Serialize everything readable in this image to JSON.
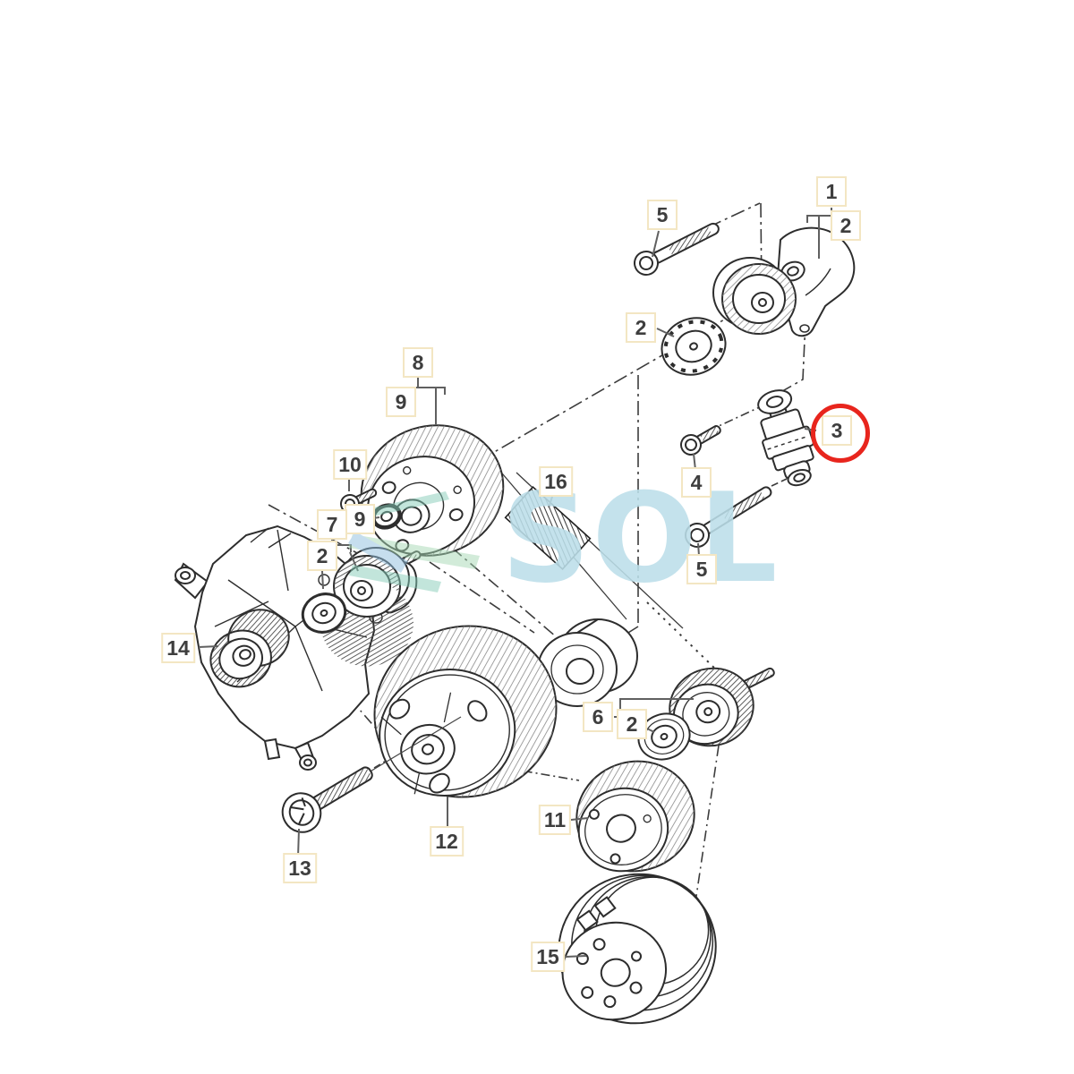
{
  "diagram": {
    "kind": "exploded-parts-diagram",
    "subject_icons": [
      "mounting-bolt",
      "tensioner-bracket",
      "flange-washer",
      "tensioner-pulley",
      "vibration-damper",
      "water-pump-pulley",
      "belt-segment",
      "alternator",
      "idler-pulley",
      "crankshaft-pulley",
      "compressor-pulley"
    ],
    "line_color": "#2d2d2d",
    "label_border_color": "#f3e6c3",
    "label_text_color": "#3e3e3e"
  },
  "highlight": {
    "part_label": "3",
    "color": "#e8251d"
  },
  "watermark": {
    "text": "SOL",
    "letter_color": "#bcdfea",
    "swoosh_colors": [
      "#86cdb9",
      "#a6d8b4",
      "#8fbede"
    ]
  },
  "labels": [
    {
      "id": "5a",
      "text": "5"
    },
    {
      "id": "1",
      "text": "1"
    },
    {
      "id": "2a",
      "text": "2"
    },
    {
      "id": "2b",
      "text": "2"
    },
    {
      "id": "8",
      "text": "8"
    },
    {
      "id": "9a",
      "text": "9"
    },
    {
      "id": "10",
      "text": "10"
    },
    {
      "id": "16",
      "text": "16"
    },
    {
      "id": "9b",
      "text": "9"
    },
    {
      "id": "7",
      "text": "7"
    },
    {
      "id": "2c",
      "text": "2"
    },
    {
      "id": "3",
      "text": "3"
    },
    {
      "id": "4",
      "text": "4"
    },
    {
      "id": "5b",
      "text": "5"
    },
    {
      "id": "14",
      "text": "14"
    },
    {
      "id": "6",
      "text": "6"
    },
    {
      "id": "2d",
      "text": "2"
    },
    {
      "id": "11",
      "text": "11"
    },
    {
      "id": "12",
      "text": "12"
    },
    {
      "id": "13",
      "text": "13"
    },
    {
      "id": "15",
      "text": "15"
    }
  ]
}
